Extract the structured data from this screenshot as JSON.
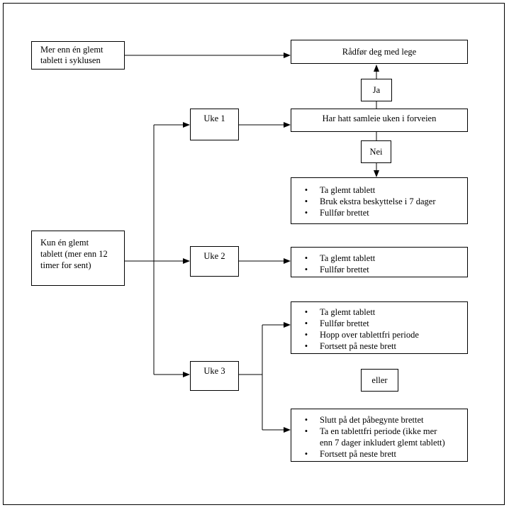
{
  "nodes": {
    "missed_multiple": {
      "line1": "Mer enn én glemt",
      "line2": "tablett i syklusen"
    },
    "consult_doctor": "Rådfør deg med lege",
    "yes_label": "Ja",
    "week1": "Uke 1",
    "intercourse": "Har hatt samleie uken i forveien",
    "no_label": "Nei",
    "week1_actions": [
      "Ta glemt tablett",
      "Bruk ekstra beskyttelse i 7 dager",
      "Fullfør brettet"
    ],
    "missed_single": {
      "line1": "Kun én glemt",
      "line2": "tablett (mer enn 12",
      "line3": "timer for sent)"
    },
    "week2": "Uke 2",
    "week2_actions": [
      "Ta glemt tablett",
      "Fullfør brettet"
    ],
    "week3": "Uke 3",
    "week3_option_a": [
      "Ta glemt tablett",
      "Fullfør brettet",
      "Hopp over tablettfri periode",
      "Fortsett på neste brett"
    ],
    "or_label": "eller",
    "week3_option_b": {
      "item1": "Slutt på det påbegynte brettet",
      "item2_line1": "Ta en tablettfri periode (ikke mer",
      "item2_line2": "enn 7 dager inkludert glemt tablett)",
      "item3": "Fortsett på neste brett"
    }
  },
  "bullet_char": "•"
}
